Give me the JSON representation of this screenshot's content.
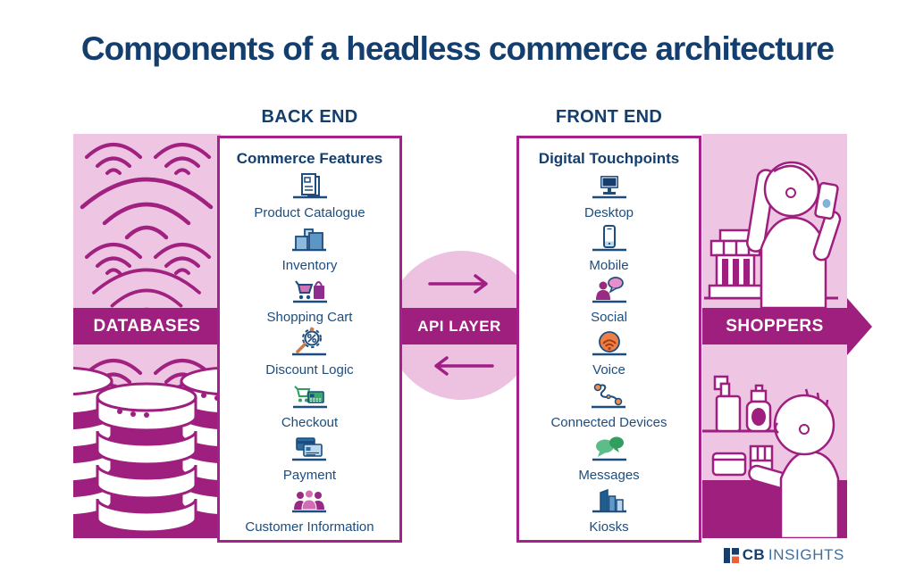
{
  "title": "Components of a headless commerce architecture",
  "sections": {
    "back_end_label": "BACK END",
    "front_end_label": "FRONT END"
  },
  "bands": {
    "databases_label": "DATABASES",
    "api_label": "API LAYER",
    "shoppers_label": "SHOPPERS"
  },
  "commerce": {
    "title": "Commerce Features",
    "items": [
      {
        "icon": "product-catalogue-icon",
        "label": "Product Catalogue"
      },
      {
        "icon": "inventory-icon",
        "label": "Inventory"
      },
      {
        "icon": "shopping-cart-icon",
        "label": "Shopping Cart"
      },
      {
        "icon": "discount-logic-icon",
        "label": "Discount Logic"
      },
      {
        "icon": "checkout-icon",
        "label": "Checkout"
      },
      {
        "icon": "payment-icon",
        "label": "Payment"
      },
      {
        "icon": "customer-information-icon",
        "label": "Customer Information"
      }
    ]
  },
  "touchpoints": {
    "title": "Digital Touchpoints",
    "items": [
      {
        "icon": "desktop-icon",
        "label": "Desktop"
      },
      {
        "icon": "mobile-icon",
        "label": "Mobile"
      },
      {
        "icon": "social-icon",
        "label": "Social"
      },
      {
        "icon": "voice-icon",
        "label": "Voice"
      },
      {
        "icon": "connected-devices-icon",
        "label": "Connected Devices"
      },
      {
        "icon": "messages-icon",
        "label": "Messages"
      },
      {
        "icon": "kiosks-icon",
        "label": "Kiosks"
      }
    ]
  },
  "logo": {
    "cb": "CB",
    "insights": "INSIGHTS"
  },
  "colors": {
    "navy": "#133e6d",
    "label_navy": "#1d4d7e",
    "magenta_dark": "#9e1f7e",
    "magenta_border": "#a7218c",
    "pink_panel": "#eec6e3",
    "pink_circle": "#ecc2e0",
    "orange": "#ef7f42",
    "green": "#2f9e5f",
    "blue_light": "#8db9dd"
  }
}
